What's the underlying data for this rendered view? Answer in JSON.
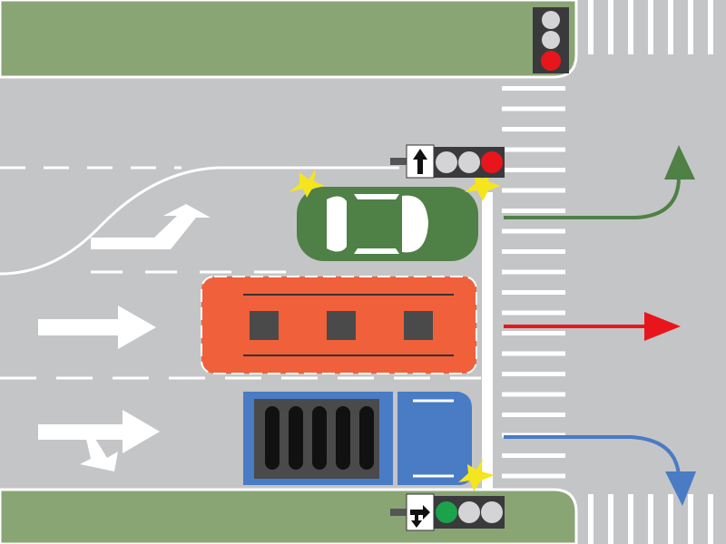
{
  "scene": {
    "colors": {
      "road": "#c4c5c7",
      "grass": "#8aa574",
      "marking": "#ffffff",
      "signal_housing": "#3a3a3c",
      "signal_off": "#d4d4d6",
      "signal_red": "#e8161c",
      "signal_green": "#1aa34a"
    },
    "vehicles": [
      {
        "type": "car",
        "color": "#4f8046",
        "lane": "left",
        "direction": "left-turn"
      },
      {
        "type": "bus",
        "color": "#f0603a",
        "lane": "middle",
        "direction": "straight"
      },
      {
        "type": "truck",
        "color": "#4a7bc5",
        "lane": "right",
        "direction": "right-turn"
      }
    ],
    "path_arrows": [
      {
        "color": "#4f8046",
        "direction": "left-turn"
      },
      {
        "color": "#e8161c",
        "direction": "straight"
      },
      {
        "color": "#4a7bc5",
        "direction": "right-turn"
      }
    ],
    "signals": [
      {
        "position": "far-corner",
        "state": "red",
        "sign_icon": null
      },
      {
        "position": "near-top",
        "state": "red",
        "sign_icon": "arrow-up-icon"
      },
      {
        "position": "near-bottom",
        "state": "green",
        "sign_icon": "arrow-right-and-down-icon"
      }
    ]
  }
}
